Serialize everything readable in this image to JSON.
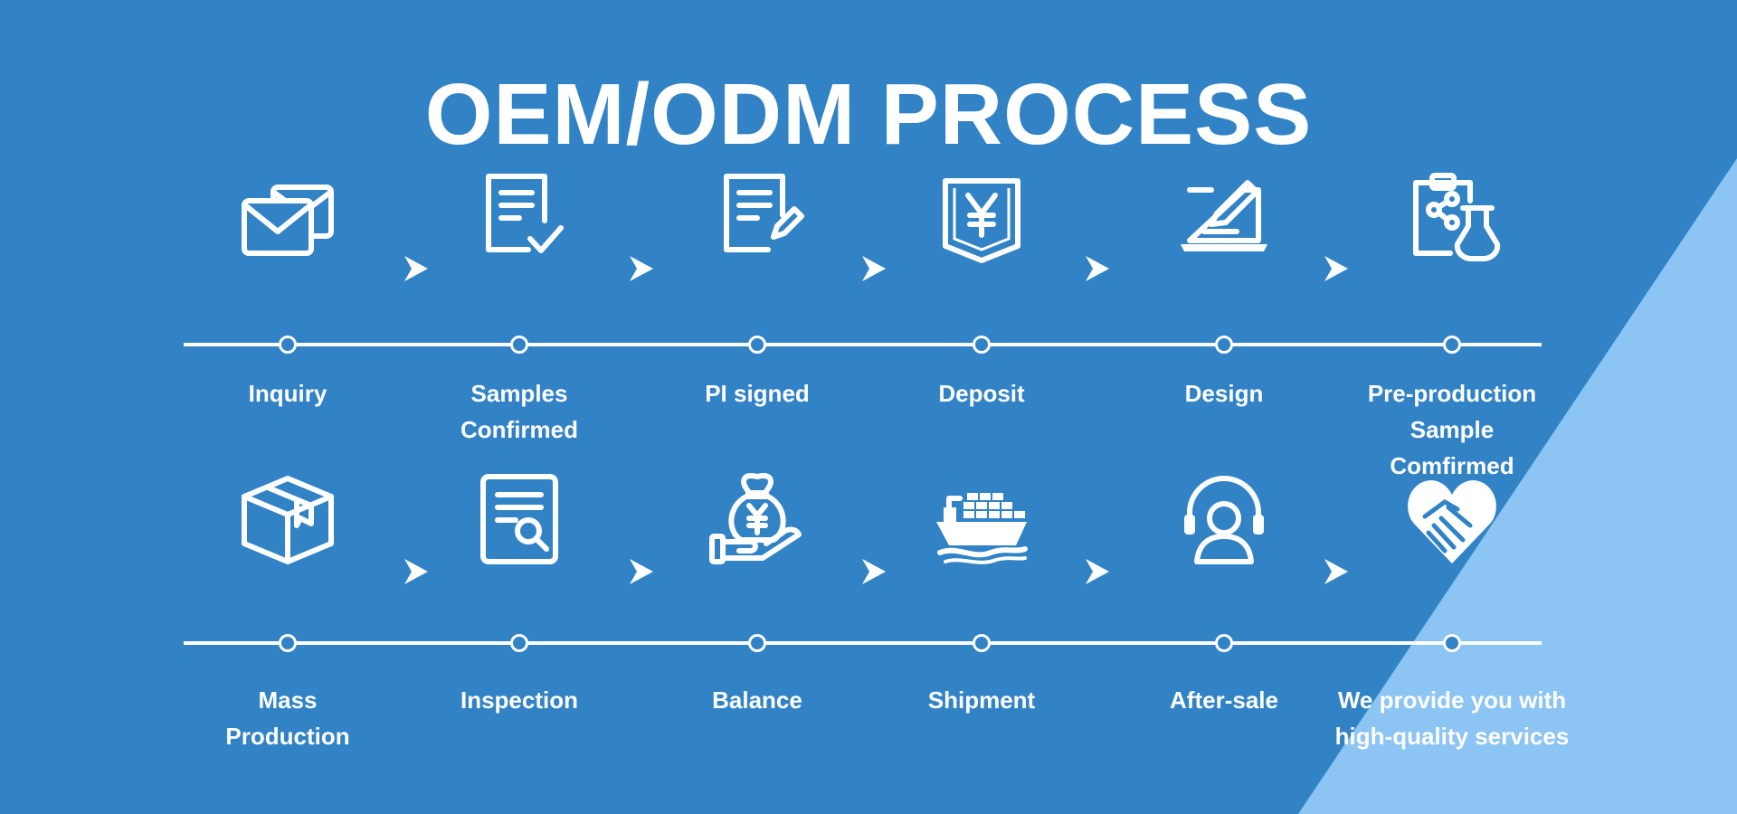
{
  "title": "OEM/ODM PROCESS",
  "colors": {
    "background": "#3183c6",
    "accent_triangle": "#8cc4f3",
    "foreground": "#ffffff"
  },
  "rows": [
    {
      "steps": [
        {
          "icon": "envelopes-icon",
          "lines": [
            "Inquiry"
          ]
        },
        {
          "icon": "document-check-icon",
          "lines": [
            "Samples",
            "Confirmed"
          ]
        },
        {
          "icon": "document-signed-icon",
          "lines": [
            "PI signed"
          ]
        },
        {
          "icon": "yen-deposit-icon",
          "lines": [
            "Deposit"
          ]
        },
        {
          "icon": "laptop-design-icon",
          "lines": [
            "Design"
          ]
        },
        {
          "icon": "clipboard-flask-icon",
          "lines": [
            "Pre-production",
            "Sample",
            "Comfirmed"
          ]
        }
      ]
    },
    {
      "steps": [
        {
          "icon": "box-icon",
          "lines": [
            "Mass",
            "Production"
          ]
        },
        {
          "icon": "document-search-icon",
          "lines": [
            "Inspection"
          ]
        },
        {
          "icon": "money-bag-hand-icon",
          "lines": [
            "Balance"
          ]
        },
        {
          "icon": "cargo-ship-icon",
          "lines": [
            "Shipment"
          ]
        },
        {
          "icon": "headset-support-icon",
          "lines": [
            "After-sale"
          ]
        },
        {
          "icon": "heart-handshake-icon",
          "lines": [
            "We provide you with",
            "high-quality services"
          ]
        }
      ]
    }
  ]
}
